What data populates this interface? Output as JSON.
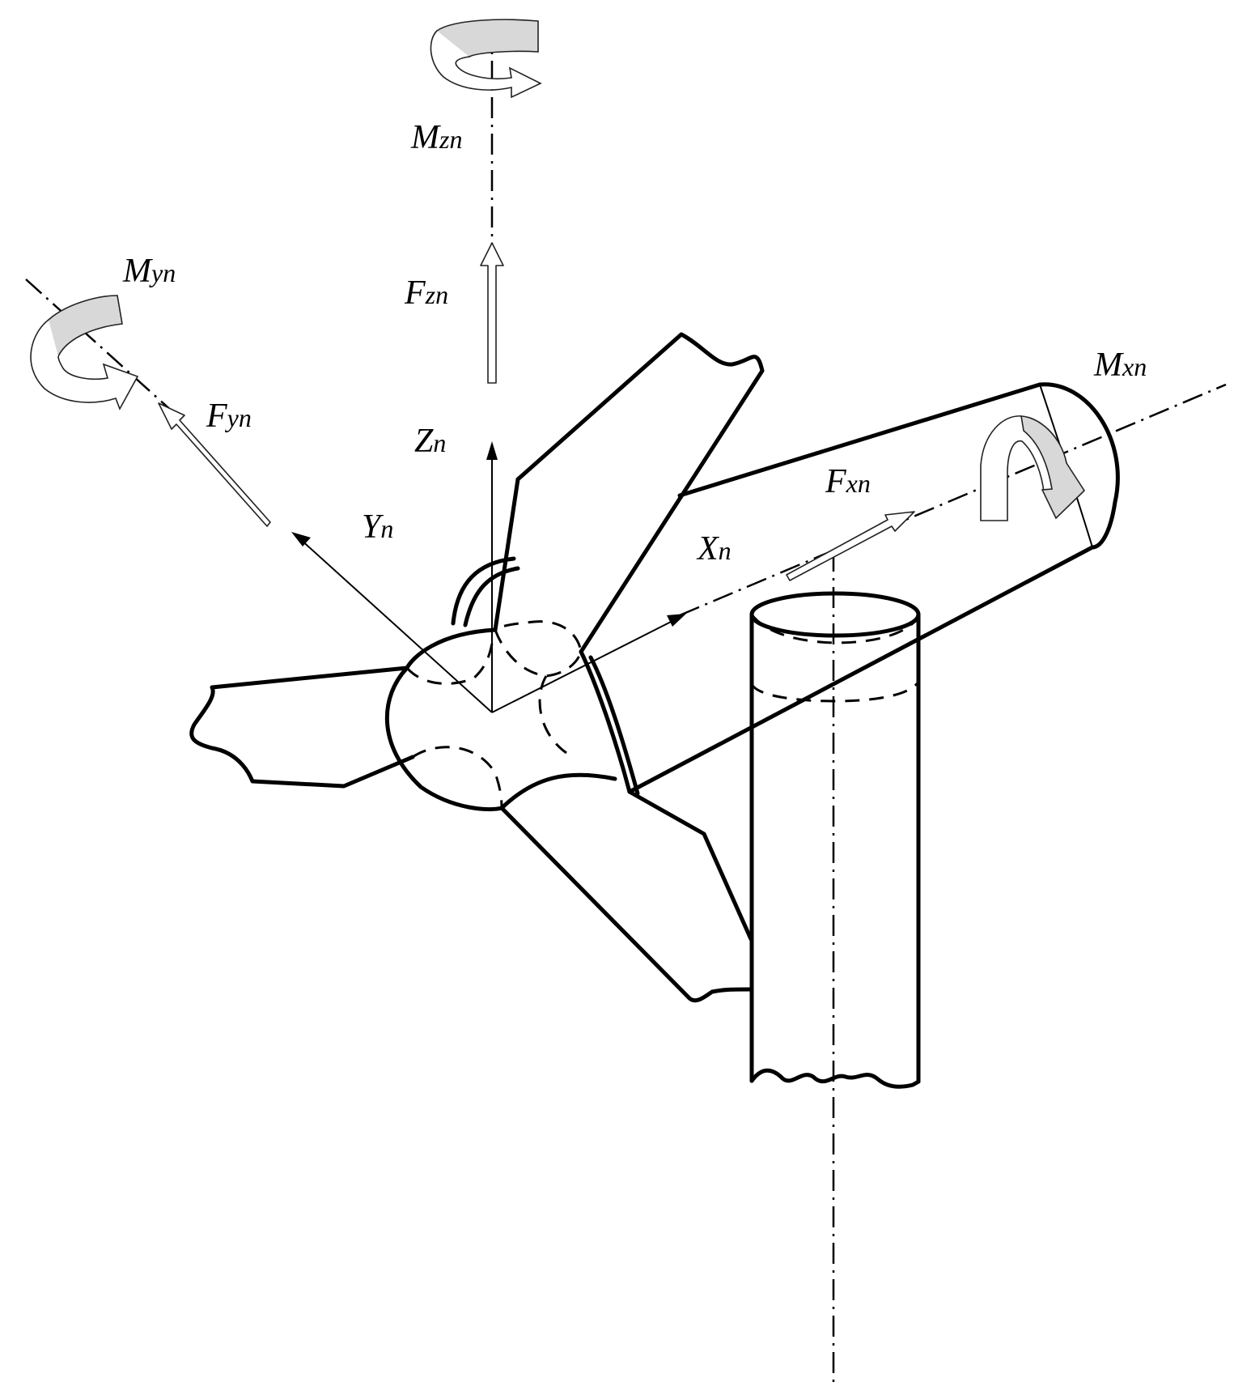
{
  "labels": {
    "mzn": {
      "main": "M",
      "sub": "zn"
    },
    "fzn": {
      "main": "F",
      "sub": "zn"
    },
    "myn": {
      "main": "M",
      "sub": "yn"
    },
    "fyn": {
      "main": "F",
      "sub": "yn"
    },
    "zn": {
      "main": "Z",
      "sub": "n"
    },
    "yn": {
      "main": "Y",
      "sub": "n"
    },
    "xn": {
      "main": "X",
      "sub": "n"
    },
    "fxn": {
      "main": "F",
      "sub": "xn"
    },
    "mxn": {
      "main": "M",
      "sub": "xn"
    }
  },
  "colors": {
    "line": "#000000",
    "moment_fill": "#d8d8d8",
    "background": "#ffffff"
  }
}
